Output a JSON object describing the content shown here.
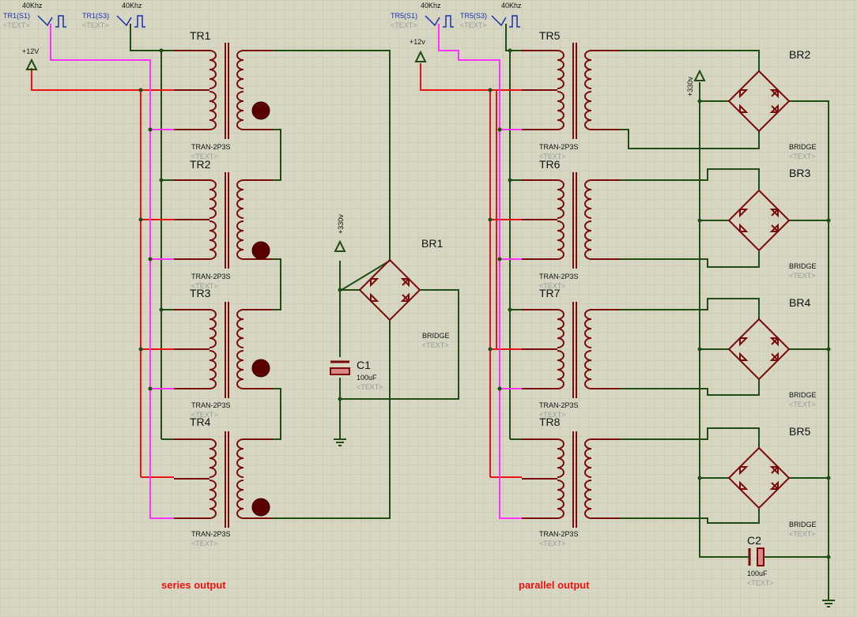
{
  "colors": {
    "background": "#d6d6c2",
    "grid": "#c4c4ae",
    "wire_green": "#1f4d14",
    "wire_red": "#ee1111",
    "wire_magenta": "#ff33ff",
    "component": "#7a0b0b",
    "source_blue": "#1a2fb0"
  },
  "sources": {
    "left_s1": {
      "name": "TR1(S1)",
      "freq": "40Khz",
      "text": "<TEXT>"
    },
    "left_s3": {
      "name": "TR1(S3)",
      "freq": "40Khz",
      "text": "<TEXT>"
    },
    "right_s1": {
      "name": "TR5(S1)",
      "freq": "40Khz",
      "text": "<TEXT>"
    },
    "right_s3": {
      "name": "TR5(S3)",
      "freq": "40Khz",
      "text": "<TEXT>"
    }
  },
  "power": {
    "left_12v": "+12V",
    "right_12v": "+12v",
    "hv_left": "+330v",
    "hv_right": "+330v"
  },
  "transformers": [
    {
      "ref": "TR1",
      "type": "TRAN-2P3S",
      "text": "<TEXT>"
    },
    {
      "ref": "TR2",
      "type": "TRAN-2P3S",
      "text": "<TEXT>"
    },
    {
      "ref": "TR3",
      "type": "TRAN-2P3S",
      "text": "<TEXT>"
    },
    {
      "ref": "TR4",
      "type": "TRAN-2P3S",
      "text": "<TEXT>"
    },
    {
      "ref": "TR5",
      "type": "TRAN-2P3S",
      "text": "<TEXT>"
    },
    {
      "ref": "TR6",
      "type": "TRAN-2P3S",
      "text": "<TEXT>"
    },
    {
      "ref": "TR7",
      "type": "TRAN-2P3S",
      "text": "<TEXT>"
    },
    {
      "ref": "TR8",
      "type": "TRAN-2P3S",
      "text": "<TEXT>"
    }
  ],
  "bridges": [
    {
      "ref": "BR1",
      "type": "BRIDGE",
      "text": "<TEXT>"
    },
    {
      "ref": "BR2",
      "type": "BRIDGE",
      "text": "<TEXT>"
    },
    {
      "ref": "BR3",
      "type": "BRIDGE",
      "text": "<TEXT>"
    },
    {
      "ref": "BR4",
      "type": "BRIDGE",
      "text": "<TEXT>"
    },
    {
      "ref": "BR5",
      "type": "BRIDGE",
      "text": "<TEXT>"
    }
  ],
  "capacitors": [
    {
      "ref": "C1",
      "value": "100uF",
      "text": "<TEXT>"
    },
    {
      "ref": "C2",
      "value": "100uF",
      "text": "<TEXT>"
    }
  ],
  "captions": {
    "series": "series output",
    "parallel": "parallel output"
  }
}
